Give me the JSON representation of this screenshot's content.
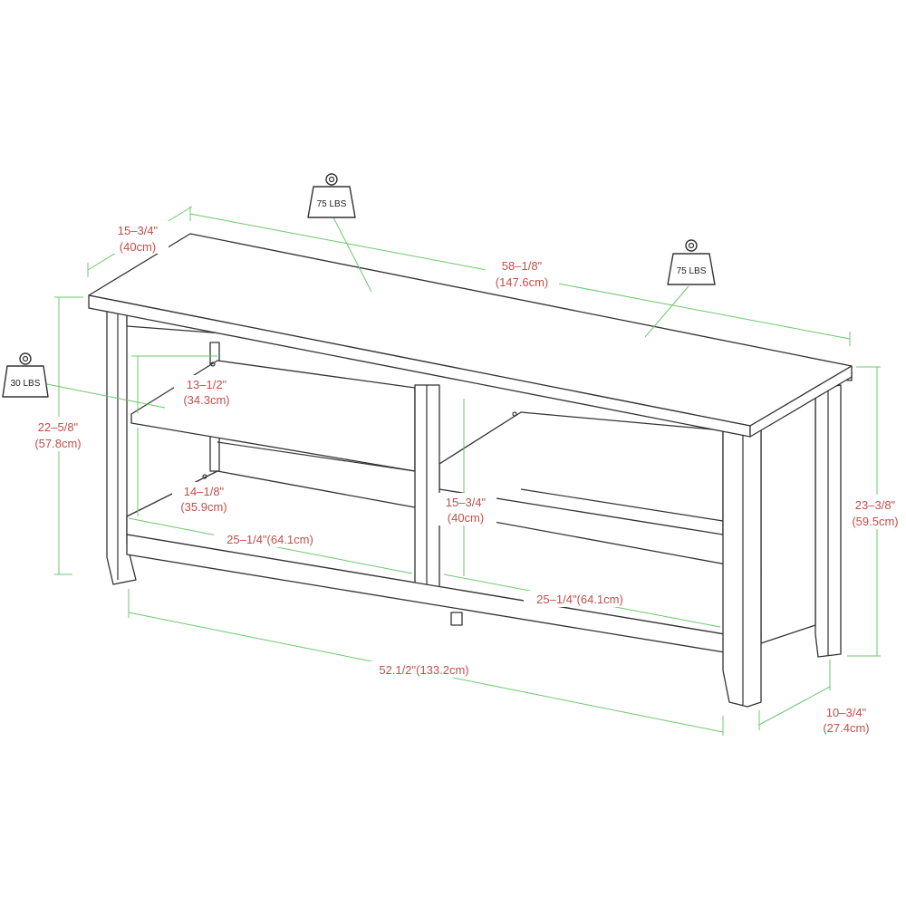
{
  "dimensions": {
    "depth_top_in": "15–3/4\"",
    "depth_top_cm": "(40cm)",
    "width_top_in": "58–1/8\"",
    "width_top_cm": "(147.6cm)",
    "height_left_in": "22–5/8\"",
    "height_left_cm": "(57.8cm)",
    "height_right_in": "23–3/8\"",
    "height_right_cm": "(59.5cm)",
    "upper_shelf_height_in": "13–1/2\"",
    "upper_shelf_height_cm": "(34.3cm)",
    "lower_shelf_height_in": "14–1/8\"",
    "lower_shelf_height_cm": "(35.9cm)",
    "right_shelf_height_in": "15–3/4\"",
    "right_shelf_height_cm": "(40cm)",
    "left_bay_width": "25–1/4\"(64.1cm)",
    "right_bay_width": "25–1/4\"(64.1cm)",
    "base_width": "52.1/2\"(133.2cm)",
    "leg_depth_in": "10–3/4\"",
    "leg_depth_cm": "(27.4cm)"
  },
  "weights": {
    "top_left": "75 LBS",
    "top_right": "75 LBS",
    "shelf": "30 LBS"
  },
  "colors": {
    "dimension_line": "#6cc86c",
    "dimension_text": "#c0504a",
    "outline": "#333333"
  }
}
